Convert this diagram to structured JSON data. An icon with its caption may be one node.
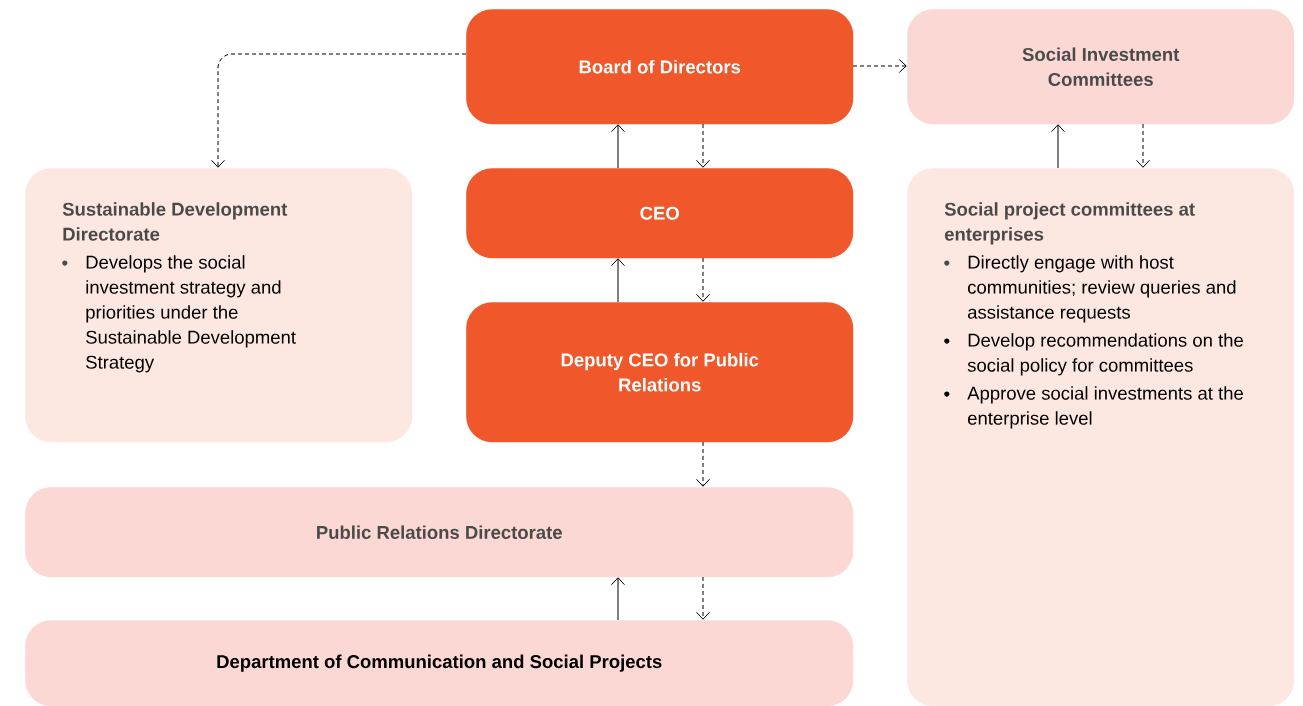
{
  "diagram": {
    "nodes": [
      {
        "text": [
          "Board of Directors"
        ]
      },
      {
        "text": [
          "Social Investment Committees"
        ]
      },
      {
        "text": [
          "Sustainable Development Directorate",
          "Develops the social investment strategy and priorities under the Sustainable Development Strategy"
        ]
      },
      {
        "text": [
          "CEO"
        ]
      },
      {
        "text": [
          "Social project committees at enterprises",
          "Directly engage with host communities; review queries and assistance requests",
          "Develop recommendations on the social policy for committees",
          "Approve social investments at the enterprise level"
        ]
      },
      {
        "text": [
          "Deputy CEO for Public Relations"
        ]
      },
      {
        "text": [
          "Public Relations Directorate"
        ]
      },
      {
        "text": [
          "Department of Communication and Social Projects"
        ]
      }
    ],
    "edges": [
      {
        "from": 0,
        "to": 2,
        "arrow": "to",
        "style": "dashed"
      },
      {
        "from": 0,
        "to": 1,
        "arrow": "to",
        "style": "dashed"
      },
      {
        "from": 3,
        "to": 0,
        "arrow": "to"
      },
      {
        "from": 0,
        "to": 3,
        "arrow": "to",
        "style": "dashed"
      },
      {
        "from": 4,
        "to": 1,
        "arrow": "to"
      },
      {
        "from": 1,
        "to": 4,
        "arrow": "to",
        "style": "dashed"
      },
      {
        "from": 5,
        "to": 3,
        "arrow": "to"
      },
      {
        "from": 3,
        "to": 5,
        "arrow": "to",
        "style": "dashed"
      },
      {
        "from": 5,
        "to": 6,
        "arrow": "to",
        "style": "dashed"
      },
      {
        "from": 7,
        "to": 6,
        "arrow": "to"
      },
      {
        "from": 6,
        "to": 7,
        "arrow": "to",
        "style": "dashed"
      }
    ]
  }
}
